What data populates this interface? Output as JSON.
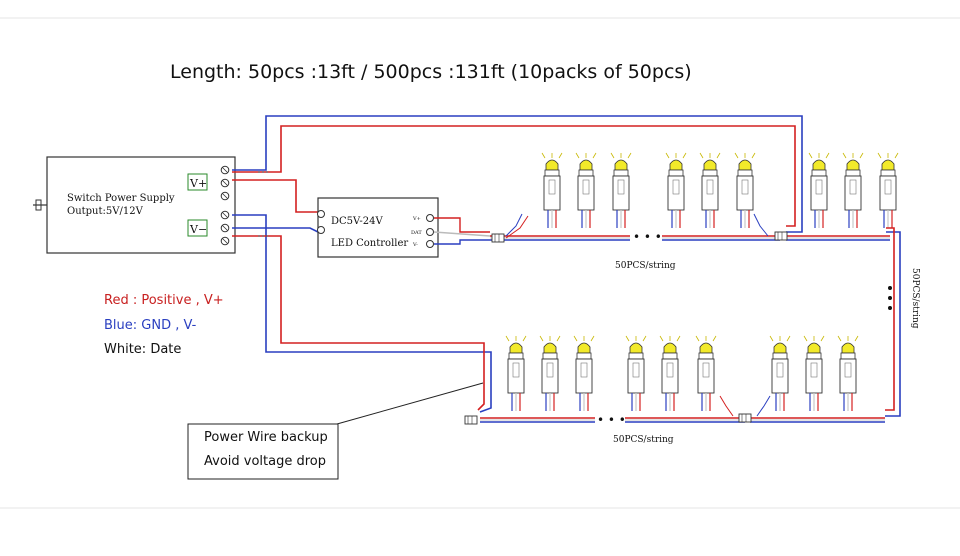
{
  "title": "Length:  50pcs :13ft  / 500pcs :131ft (10packs of 50pcs)",
  "power_supply": {
    "line1": "Switch Power Supply",
    "line2": "Output:5V/12V",
    "terminal_pos": "V+",
    "terminal_neg": "V−"
  },
  "controller": {
    "line1": "DC5V-24V",
    "line2": "LED Controller",
    "term_vplus": "V+",
    "term_dat": "DAT",
    "term_vminus": "V-"
  },
  "legend": {
    "red": "Red : Positive , V+",
    "blue": "Blue: GND , V-",
    "white": "White: Date"
  },
  "string_label_top": "50PCS/string",
  "string_label_bottom": "50PCS/string",
  "string_label_side": "50PCS/string",
  "ellipsis": "• • •",
  "note": {
    "line1": "Power Wire backup",
    "line2": "Avoid voltage drop"
  },
  "colors": {
    "positive": "#d42020",
    "ground": "#2a3fc0",
    "data": "#c8c8c8",
    "led": "#f2ea2a"
  }
}
